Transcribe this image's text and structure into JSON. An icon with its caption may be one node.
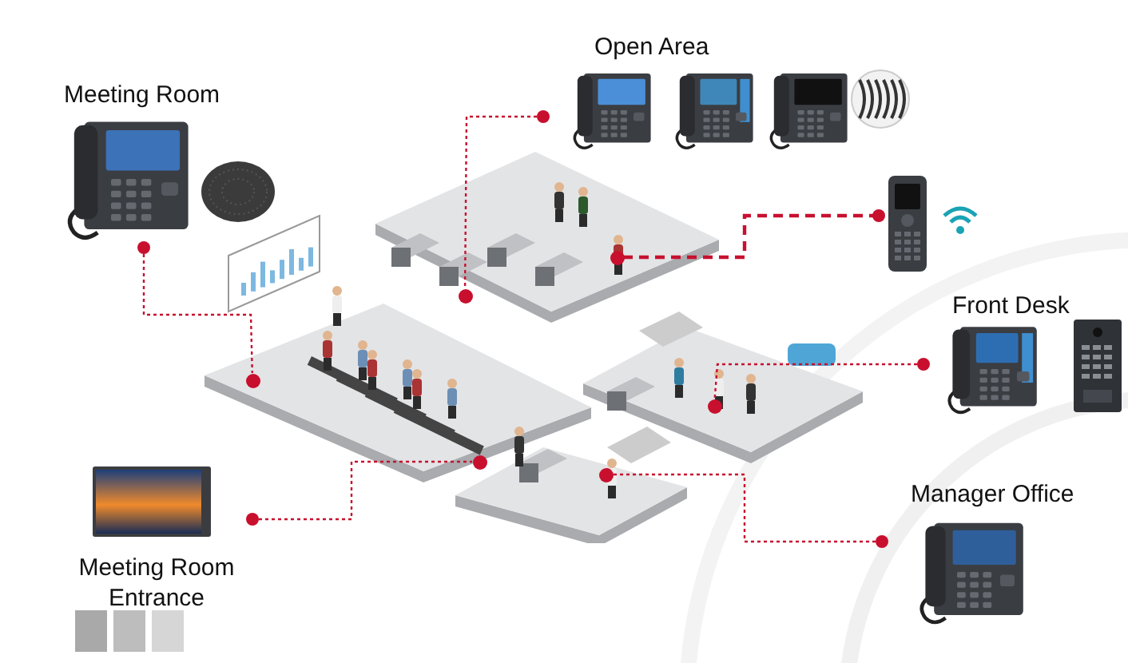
{
  "diagram": {
    "nodes": [
      {
        "text": [
          "Meeting Room"
        ]
      },
      {
        "text": [
          "Open Area"
        ]
      },
      {
        "text": [],
        "shape": "picture"
      },
      {
        "text": [],
        "shape": "picture"
      },
      {
        "text": [],
        "shape": "circle",
        "in": 3
      },
      {
        "text": [],
        "shape": "circle",
        "in": 3
      },
      {
        "text": [],
        "shape": "circle",
        "in": 3
      },
      {
        "text": [],
        "shape": "circle",
        "in": 3
      },
      {
        "text": [],
        "shape": "circle",
        "in": 3
      },
      {
        "text": [],
        "shape": "circle",
        "in": 3
      },
      {
        "text": [
          "Front Desk"
        ]
      },
      {
        "text": [
          "Manager Office"
        ]
      },
      {
        "text": [
          "Meeting Room Entrance"
        ]
      }
    ],
    "edges": [
      {
        "from": 0,
        "to": 4,
        "arrow": "other"
      },
      {
        "from": 1,
        "to": 5,
        "arrow": "other"
      },
      {
        "from": 2,
        "to": 6,
        "arrow": "other",
        "style": "dashed"
      },
      {
        "from": 10,
        "to": 7,
        "arrow": "other"
      },
      {
        "from": 11,
        "to": 8,
        "arrow": "other"
      },
      {
        "from": 12,
        "to": 9,
        "arrow": "other"
      }
    ]
  }
}
